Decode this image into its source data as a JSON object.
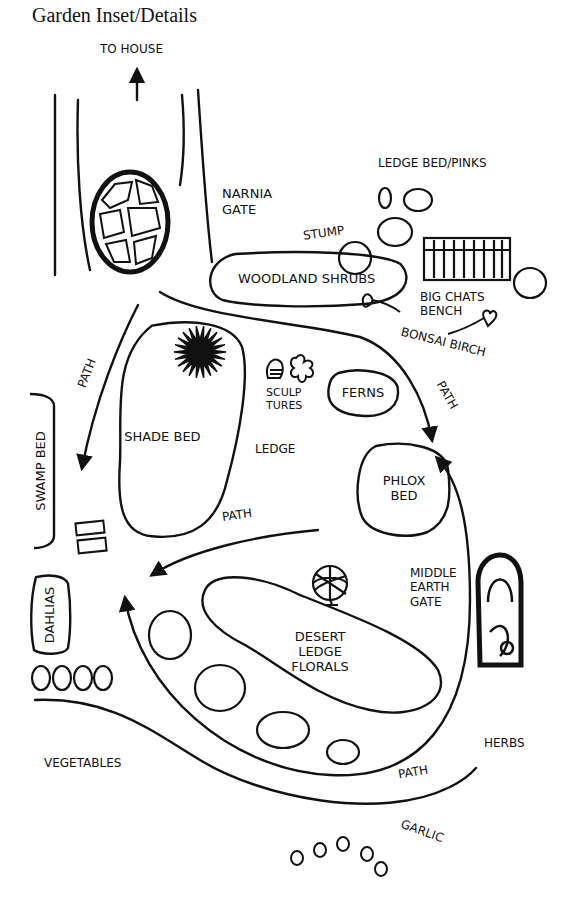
{
  "diagram": {
    "title": "Garden Inset/Details",
    "nodes": [
      {
        "text": [
          "WOODLAND SHRUBS"
        ]
      },
      {
        "text": [
          "SHADE BED"
        ]
      },
      {
        "text": [
          "FERNS"
        ]
      },
      {
        "text": [
          "PHLOX BED"
        ]
      },
      {
        "text": [
          "SWAMP BED"
        ]
      },
      {
        "text": [
          "DAHLIAS"
        ]
      },
      {
        "text": [
          "DESERT LEDGE FLORALS"
        ]
      }
    ],
    "labels": [
      "TO HOUSE",
      "NARNIA GATE",
      "STUMP",
      "LEDGE BED/PINKS",
      "BIG CHATS BENCH",
      "BONSAI BIRCH",
      "SCULP TURES",
      "PATH",
      "PATH",
      "LEDGE",
      "PATH",
      "MIDDLE EARTH GATE",
      "HERBS",
      "VEGETABLES",
      "PATH",
      "GARLIC"
    ]
  }
}
